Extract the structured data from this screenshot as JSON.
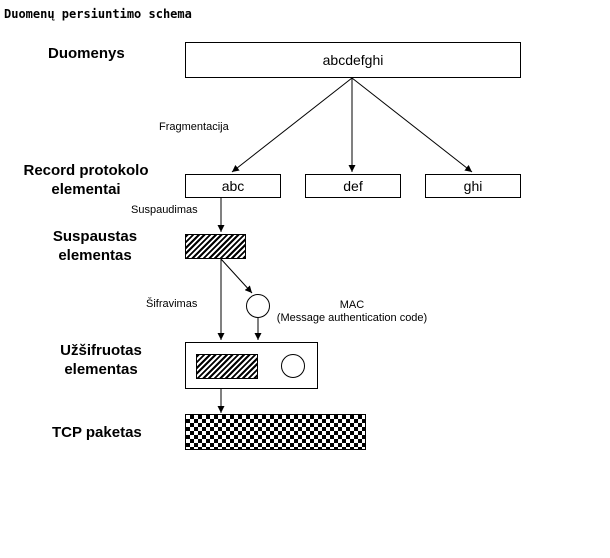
{
  "title": "Duomenų persiuntimo schema",
  "stages": {
    "data": "Duomenys",
    "record_line1": "Record protokolo",
    "record_line2": "elementai",
    "compressed_line1": "Suspaustas",
    "compressed_line2": "elementas",
    "encrypted_line1": "Užšifruotas",
    "encrypted_line2": "elementas",
    "tcp": "TCP paketas"
  },
  "boxes": {
    "data": "abcdefghi",
    "fragments": [
      "abc",
      "def",
      "ghi"
    ]
  },
  "steps": {
    "fragmentation": "Fragmentacija",
    "compression": "Suspaudimas",
    "encryption": "Šifravimas",
    "mac_line1": "MAC",
    "mac_line2": "(Message authentication code)"
  }
}
